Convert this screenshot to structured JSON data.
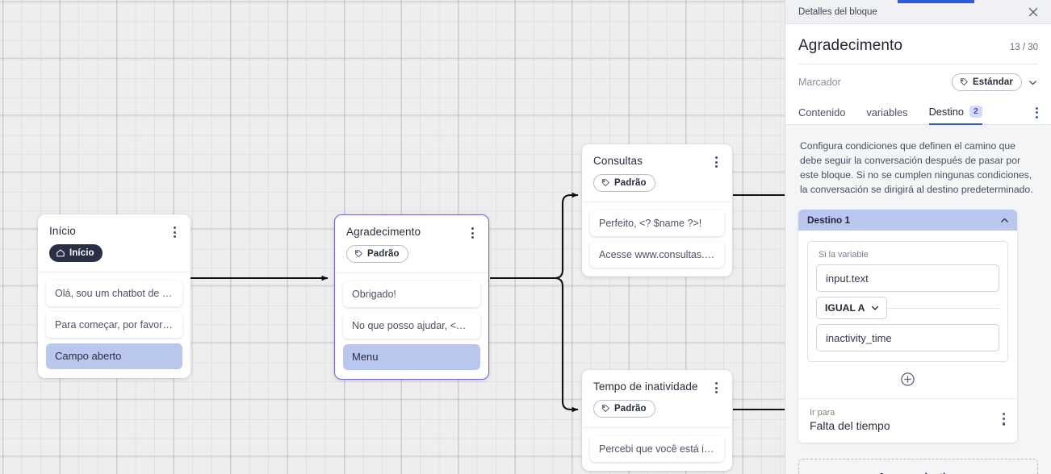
{
  "canvas": {
    "nodes": [
      {
        "id": "inicio",
        "title": "Início",
        "badge": "Início",
        "badge_icon": "home-icon",
        "badge_style": "dark",
        "selected": false,
        "bubbles": [
          "Olá, sou um chatbot de teste!",
          "Para começar, por favor digite o ..."
        ],
        "highlight": "Campo aberto"
      },
      {
        "id": "agradecimento",
        "title": "Agradecimento",
        "badge": "Padrão",
        "badge_icon": "tag-icon",
        "badge_style": "outline",
        "selected": true,
        "bubbles": [
          "Obrigado!",
          "No que posso ajudar, <? $name ..."
        ],
        "highlight": "Menu"
      },
      {
        "id": "consultas",
        "title": "Consultas",
        "badge": "Padrão",
        "badge_icon": "tag-icon",
        "badge_style": "outline",
        "selected": false,
        "bubbles": [
          "Perfeito, <? $name ?>!",
          "Acesse www.consultas.com par..."
        ],
        "highlight": ""
      },
      {
        "id": "inatividade",
        "title": "Tempo de inatividade",
        "badge": "Padrão",
        "badge_icon": "tag-icon",
        "badge_style": "outline",
        "selected": false,
        "bubbles": [
          "Percebi que você está inativo. C..."
        ],
        "highlight": ""
      }
    ]
  },
  "panel": {
    "titlebar": "Detalles del bloque",
    "close_icon": "close-icon",
    "block_title": "Agradecimento",
    "char_count": "13 / 30",
    "marker_label": "Marcador",
    "marker_value": "Estándar",
    "tabs": [
      {
        "label": "Contenido",
        "badge": "",
        "active": false
      },
      {
        "label": "variables",
        "badge": "",
        "active": false
      },
      {
        "label": "Destino",
        "badge": "2",
        "active": true
      }
    ],
    "description": "Configura condiciones que definen el camino que debe seguir la conversación después de pasar por este bloque. Si no se cumplen ningunas condiciones, la conversación se dirigirá al destino predeterminado.",
    "destination": {
      "header": "Destino 1",
      "collapse_icon": "chevron-up-icon",
      "delete_icon": "trash-icon",
      "condition_label": "Si la variable",
      "variable_value": "input.text",
      "operator": "IGUAL A",
      "compare_value": "inactivity_time",
      "add_condition_icon": "plus-circle-icon",
      "goto_label": "Ir para",
      "goto_value": "Falta del tiempo"
    },
    "add_destination": "Agregar destino",
    "accent_color": "#3b5ccc",
    "highlight_color": "#b9c6ee"
  }
}
